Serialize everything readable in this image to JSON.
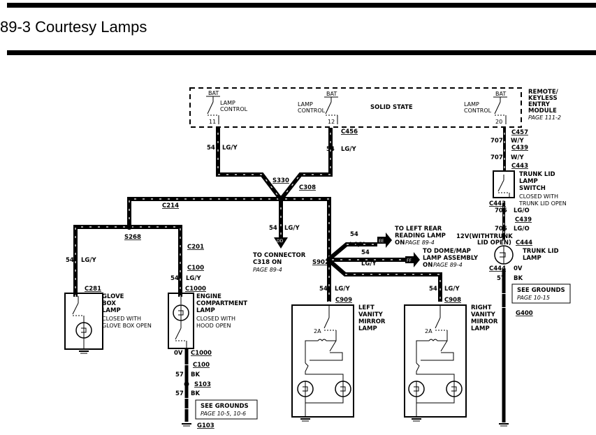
{
  "header": {
    "title": "89-3 Courtesy Lamps"
  },
  "module": {
    "name_lines": [
      "REMOTE/",
      "KEYLESS",
      "ENTRY",
      "MODULE"
    ],
    "page_ref": "PAGE 111-2",
    "center_label": "SOLID STATE",
    "switches": [
      {
        "bat": "BAT",
        "label_lines": [
          "LAMP",
          "CONTROL"
        ],
        "pin": "11"
      },
      {
        "bat": "BAT",
        "label_lines": [
          "LAMP",
          "CONTROL"
        ],
        "pin": "12"
      },
      {
        "bat": "BAT",
        "label_lines": [
          "LAMP",
          "CONTROL"
        ],
        "pin": "20"
      }
    ]
  },
  "connectors": {
    "c456": "C456",
    "c457": "C457",
    "c439a": "C439",
    "c443a": "C443",
    "c443b": "C443",
    "c439b": "C439",
    "c444a": "C444",
    "c444b": "C444",
    "c214": "C214",
    "c308": "C308",
    "c201": "C201",
    "c100a": "C100",
    "c1000a": "C1000",
    "c281": "C281",
    "c1000b": "C1000",
    "c100b": "C100",
    "c909": "C909",
    "c908": "C908"
  },
  "splices": {
    "s330": "S330",
    "s268": "S268",
    "s902": "S902",
    "s103": "S103"
  },
  "grounds": {
    "g103": "G103",
    "g400": "G400"
  },
  "wires": {
    "w54": "54",
    "lgy": "LG/Y",
    "w707": "707",
    "wy": "W/Y",
    "w705": "705",
    "lgo": "LG/O",
    "w57": "57",
    "bk": "BK",
    "ov": "0V",
    "v12_lines": [
      "12V(WITHTRUNK",
      "LID OPEN)"
    ]
  },
  "components": {
    "trunk_switch": {
      "name_lines": [
        "TRUNK LID",
        "LAMP",
        "SWITCH"
      ],
      "note_lines": [
        "CLOSED WITH",
        "TRUNK LID OPEN"
      ]
    },
    "trunk_lamp": {
      "name_lines": [
        "TRUNK LID",
        "LAMP"
      ]
    },
    "glove_box": {
      "name_lines": [
        "GLOVE",
        "BOX",
        "LAMP"
      ],
      "note_lines": [
        "CLOSED WITH",
        "GLOVE BOX OPEN"
      ]
    },
    "engine_comp": {
      "name_lines": [
        "ENGINE",
        "COMPARTMENT",
        "LAMP"
      ],
      "note_lines": [
        "CLOSED WITH",
        "HOOD  OPEN"
      ]
    },
    "left_vanity": {
      "name_lines": [
        "LEFT",
        "VANITY",
        "MIRROR",
        "LAMP"
      ],
      "fuse": "2A"
    },
    "right_vanity": {
      "name_lines": [
        "RIGHT",
        "VANITY",
        "MIRROR",
        "LAMP"
      ],
      "fuse": "2A"
    }
  },
  "references": {
    "dd": {
      "tag": "DD",
      "lines": [
        "TO  CONNECTOR",
        "C318  ON"
      ],
      "page": "PAGE 89-4"
    },
    "ee": {
      "tag": "EE",
      "lines": [
        "TO LEFT REAR",
        "READING LAMP"
      ],
      "on": "ON",
      "page": "PAGE 89-4"
    },
    "ff": {
      "tag": "FF",
      "lines": [
        "TO  DOME/MAP",
        "LAMP  ASSEMBLY"
      ],
      "on": "ON",
      "page": "PAGE 89-4"
    },
    "grounds_a": {
      "title": "SEE  GROUNDS",
      "page": "PAGE 10-5, 10-6"
    },
    "grounds_b": {
      "title": "SEE  GROUNDS",
      "page": "PAGE 10-15"
    }
  }
}
